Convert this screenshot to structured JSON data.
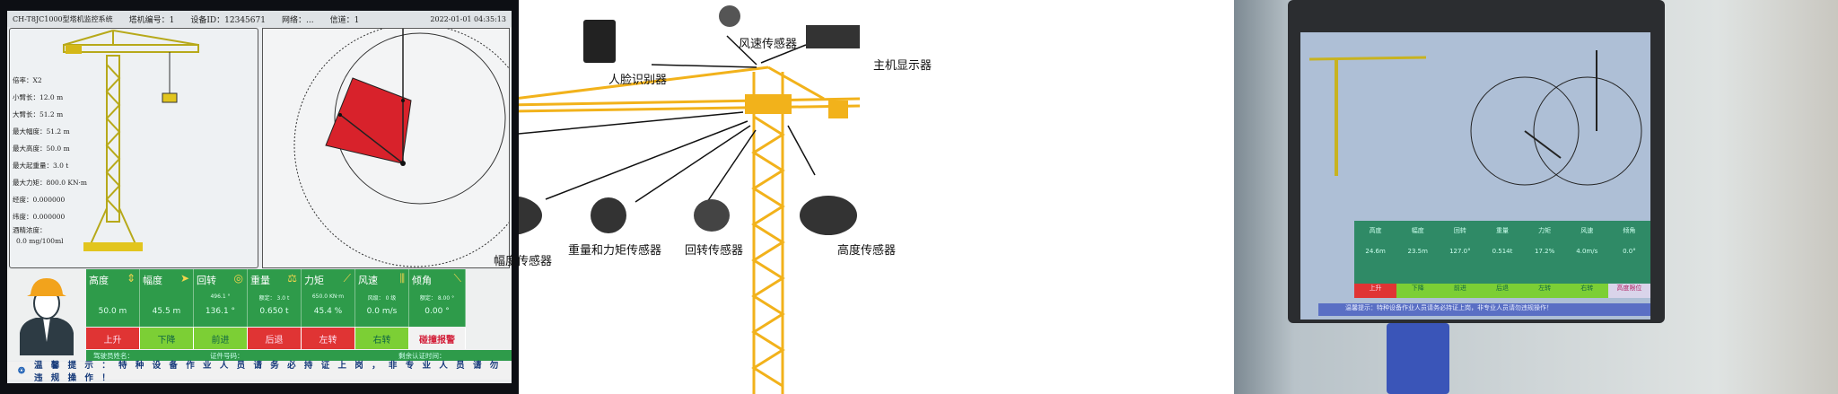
{
  "panel1": {
    "header": {
      "system": "CH-T8JC1000型塔机监控系统",
      "tower_no": "塔机编号：1",
      "device_id": "设备ID：12345671",
      "network": "网络：...",
      "channel": "信道：1",
      "datetime": "2022-01-01  04:35:13"
    },
    "info": [
      "倍率：X2",
      "小臂长：12.0 m",
      "大臂长：51.2 m",
      "最大幅度：51.2 m",
      "最大高度：50.0 m",
      "最大起重量：3.0 t",
      "最大力矩：800.0 KN·m",
      "经度：0.000000",
      "纬度：0.000000",
      "酒精浓度：",
      "0.0 mg/100ml"
    ],
    "cells": [
      {
        "label": "高度",
        "icon": "⇕",
        "sub": "",
        "value": "50.0 m"
      },
      {
        "label": "幅度",
        "icon": "➤",
        "sub": "",
        "value": "45.5 m"
      },
      {
        "label": "回转",
        "icon": "◎",
        "sub": "496.1 °",
        "value": "136.1 °"
      },
      {
        "label": "重量",
        "icon": "⚖",
        "sub": "额定： 3.0 t",
        "value": "0.650 t"
      },
      {
        "label": "力矩",
        "icon": "⟋",
        "sub": "650.0 KN·m",
        "value": "45.4 %"
      },
      {
        "label": "风速",
        "icon": "⫼",
        "sub": "风级： 0 级",
        "value": "0.0 m/s"
      },
      {
        "label": "倾角",
        "icon": "⟍",
        "sub": "额定： 8.00 °",
        "value": "0.00 °"
      }
    ],
    "buttons": [
      {
        "label": "上升",
        "state": "red"
      },
      {
        "label": "下降",
        "state": "grn"
      },
      {
        "label": "前进",
        "state": "grn"
      },
      {
        "label": "后退",
        "state": "red"
      },
      {
        "label": "左转",
        "state": "red"
      },
      {
        "label": "右转",
        "state": "grn"
      },
      {
        "label": "碰撞报警",
        "state": "wht"
      }
    ],
    "driver": {
      "name": "驾驶员姓名：",
      "cert": "证件号码：",
      "remaining": "剩余认证时间："
    },
    "tip": "温 馨 提 示 ： 特 种 设 备 作 业 人 员 请 务 必 持 证 上 岗 ， 非 专 业 人 员 请 勿 违 规 操 作 ！"
  },
  "panel2": {
    "labels": {
      "face": "人脸识别器",
      "wind": "风速传感器",
      "host": "主机显示器",
      "amplitude": "幅度传感器",
      "weight": "重量和力矩传感器",
      "rotation": "回转传感器",
      "height": "高度传感器"
    }
  },
  "panel3": {
    "values": [
      "24.6m",
      "23.5m",
      "127.0°",
      "0.514t",
      "17.2%",
      "4.0m/s",
      "0.0°"
    ],
    "labels": [
      "高度",
      "幅度",
      "回转",
      "重量",
      "力矩",
      "风速",
      "倾角"
    ],
    "buttons": [
      "上升",
      "下降",
      "前进",
      "后退",
      "左转",
      "右转",
      "高度限位"
    ],
    "tip": "温馨提示：特种设备作业人员请务必持证上岗，非专业人员请勿违规操作！"
  },
  "colors": {
    "green": "#2e9b4a",
    "red": "#e03434",
    "lime": "#7ccf35",
    "crane": "#f2b21b"
  }
}
